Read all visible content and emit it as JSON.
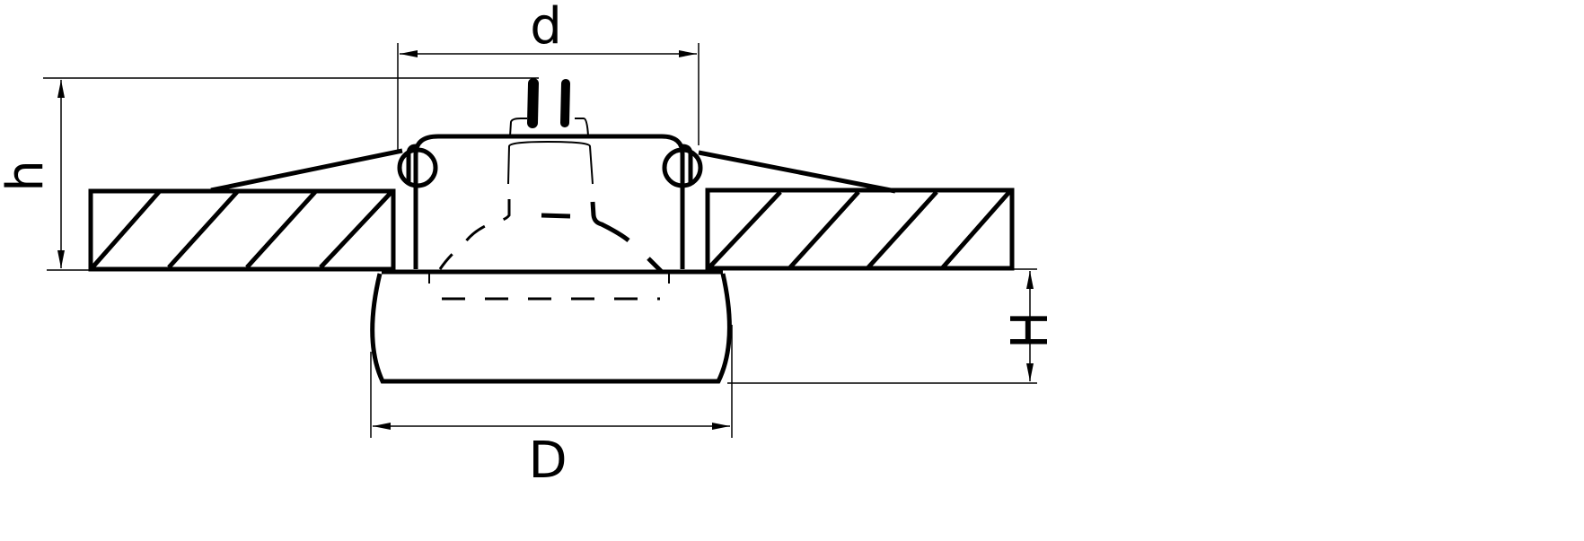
{
  "labels": {
    "d": "d",
    "h": "h",
    "H": "H",
    "D": "D"
  },
  "colors": {
    "line": "#000000",
    "background": "#ffffff"
  }
}
